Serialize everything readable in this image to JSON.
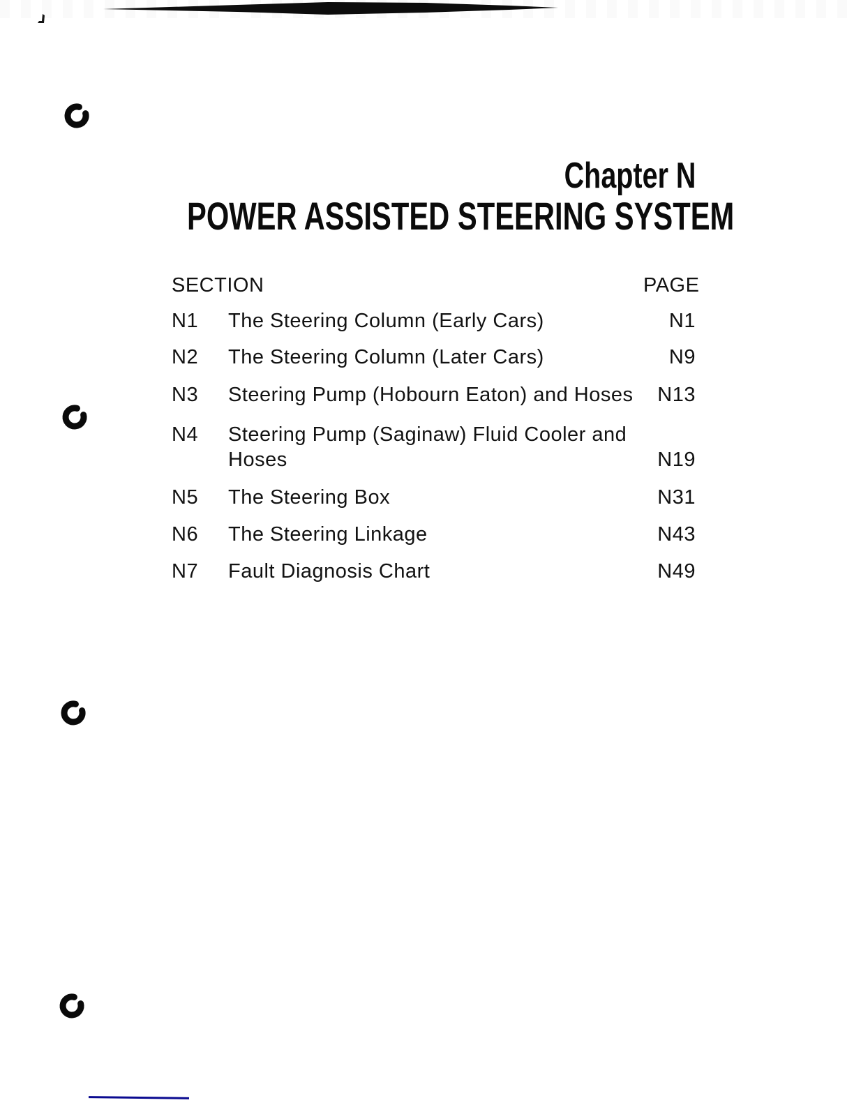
{
  "page": {
    "chapter_label": "Chapter N",
    "title": "POWER ASSISTED STEERING SYSTEM"
  },
  "toc": {
    "section_header": "SECTION",
    "page_header": "PAGE",
    "rows": [
      {
        "section": "N1",
        "title": "The Steering Column (Early Cars)",
        "page": "N1"
      },
      {
        "section": "N2",
        "title": "The Steering Column (Later Cars)",
        "page": "N9"
      },
      {
        "section": "N3",
        "title": "Steering Pump (Hobourn Eaton) and Hoses",
        "page": "N13"
      },
      {
        "section": "N4",
        "title": "Steering Pump (Saginaw) Fluid Cooler and Hoses",
        "page": "N19"
      },
      {
        "section": "N5",
        "title": "The Steering Box",
        "page": "N31"
      },
      {
        "section": "N6",
        "title": "The Steering Linkage",
        "page": "N43"
      },
      {
        "section": "N7",
        "title": "Fault Diagnosis Chart",
        "page": "N49"
      }
    ]
  },
  "artifacts": {
    "ink_color": "#111111",
    "bottom_rule_color": "#0a0a90",
    "hole_punch_marks": 4
  }
}
